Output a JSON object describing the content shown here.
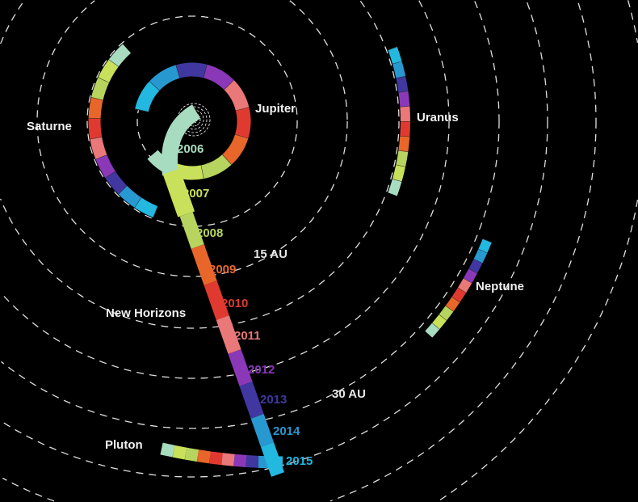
{
  "years": [
    {
      "year": "2006",
      "color": "#a8dcc0"
    },
    {
      "year": "2007",
      "color": "#c8e05a"
    },
    {
      "year": "2008",
      "color": "#b6d45e"
    },
    {
      "year": "2009",
      "color": "#e8662a"
    },
    {
      "year": "2010",
      "color": "#e03a30"
    },
    {
      "year": "2011",
      "color": "#ea7878"
    },
    {
      "year": "2012",
      "color": "#8a38b8"
    },
    {
      "year": "2013",
      "color": "#4038a0"
    },
    {
      "year": "2014",
      "color": "#2898d0"
    },
    {
      "year": "2015",
      "color": "#22b8e0"
    }
  ],
  "planets": {
    "jupiter": "Jupiter",
    "saturn": "Saturne",
    "uranus": "Uranus",
    "neptune": "Neptune",
    "pluto": "Pluton"
  },
  "spacecraft": "New Horizons",
  "distances": {
    "inner": "15 AU",
    "outer": "30 AU"
  },
  "colors": {
    "background": "#000000",
    "orbit": "#e0e0e0"
  }
}
